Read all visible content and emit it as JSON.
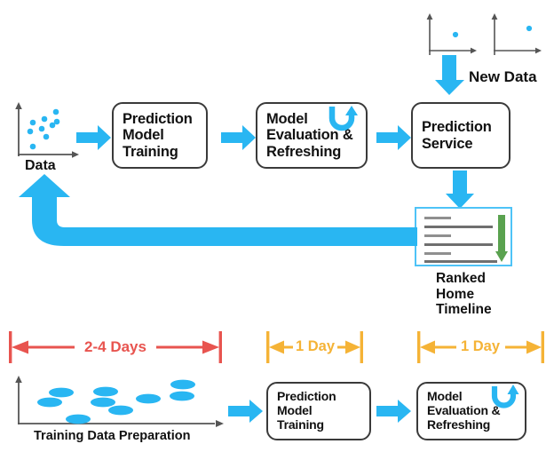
{
  "diagram": {
    "title": "Machine learning pipeline with timing phases",
    "colors": {
      "blue": "#29b6f2",
      "light_blue_border": "#4ec3f7",
      "red": "#e8544f",
      "orange": "#f5b336",
      "green": "#5aa24f",
      "dark": "#111111",
      "axis_gray": "#555555"
    }
  },
  "top_flow": {
    "data_chart": {
      "label": "Data",
      "point_count": 10
    },
    "boxes": [
      {
        "id": "prediction-model-training",
        "label": "Prediction\nModel\nTraining"
      },
      {
        "id": "model-evaluation-refreshing",
        "label": "Model\nEvaluation &\nRefreshing",
        "icon": "refresh-loop-icon"
      },
      {
        "id": "prediction-service",
        "label": "Prediction\nService"
      }
    ],
    "new_data": {
      "label": "New Data",
      "charts": [
        {
          "id": "new-data-chart-1",
          "point_count": 1
        },
        {
          "id": "new-data-chart-2",
          "point_count": 1
        }
      ]
    },
    "timeline": {
      "label": "Ranked\nHome\nTimeline",
      "row_count": 6,
      "scroll_arrow": "green-down-arrow-icon"
    },
    "feedback_loop": {
      "id": "feedback-loop-arrow",
      "direction": "right-to-left-then-up"
    }
  },
  "timing_bars": [
    {
      "id": "measure-2-4-days",
      "label": "2-4 Days",
      "color": "#e8544f"
    },
    {
      "id": "measure-1-day-training",
      "label": "1 Day",
      "color": "#f5b336"
    },
    {
      "id": "measure-1-day-evaluation",
      "label": "1 Day",
      "color": "#f5b336"
    }
  ],
  "bottom_flow": {
    "training_chart": {
      "label": "Training Data Preparation",
      "point_count": 9
    },
    "boxes": [
      {
        "id": "prediction-model-training-bottom",
        "label": "Prediction\nModel\nTraining"
      },
      {
        "id": "model-evaluation-refreshing-bottom",
        "label": "Model\nEvaluation &\nRefreshing",
        "icon": "refresh-loop-icon"
      }
    ]
  }
}
